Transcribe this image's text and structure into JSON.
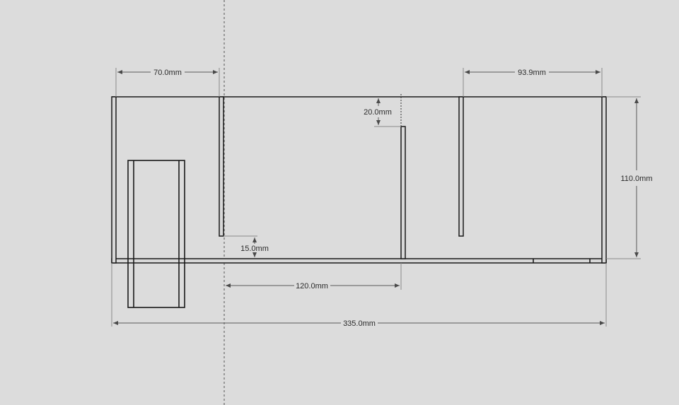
{
  "dimensions": {
    "left_gap": "70.0mm",
    "right_gap": "93.9mm",
    "divider_offset": "20.0mm",
    "height": "110.0mm",
    "wall_clearance": "15.0mm",
    "center_span": "120.0mm",
    "overall_length": "335.0mm"
  },
  "colors": {
    "background": "#dcdcdc",
    "outline": "#1a1a1a",
    "dimension": "#5a5a5a"
  }
}
